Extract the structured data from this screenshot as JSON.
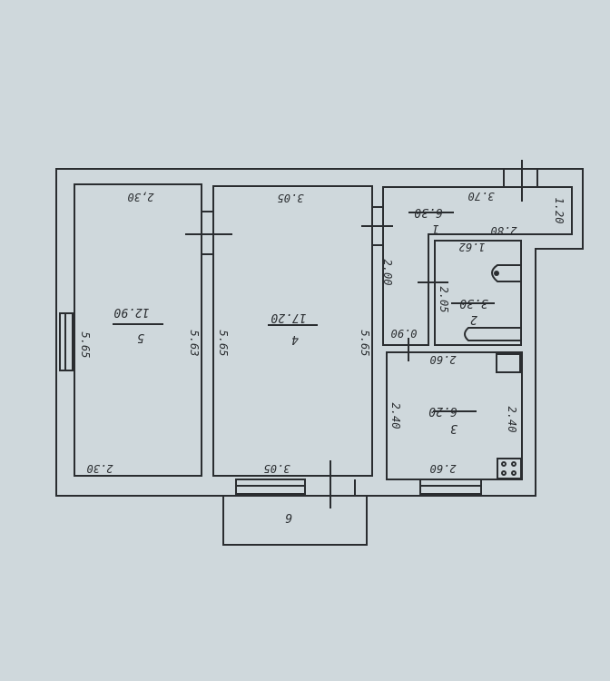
{
  "plan": {
    "rooms": [
      {
        "number": "1",
        "area": "6.30",
        "dims": [
          "3.70",
          "2.80",
          "1.20",
          "2.00",
          "0.90"
        ]
      },
      {
        "number": "2",
        "area": "3.30",
        "dims": [
          "1.62",
          "2.05"
        ]
      },
      {
        "number": "3",
        "area": "6.20",
        "dims": [
          "2.60",
          "2.60",
          "2.40",
          "2.40"
        ]
      },
      {
        "number": "4",
        "area": "17.20",
        "dims": [
          "3.05",
          "3.05",
          "5.65",
          "5.65"
        ]
      },
      {
        "number": "5",
        "area": "12.90",
        "dims": [
          "2,30",
          "2.30",
          "5.65",
          "5.63"
        ]
      }
    ],
    "balcony": "6"
  }
}
